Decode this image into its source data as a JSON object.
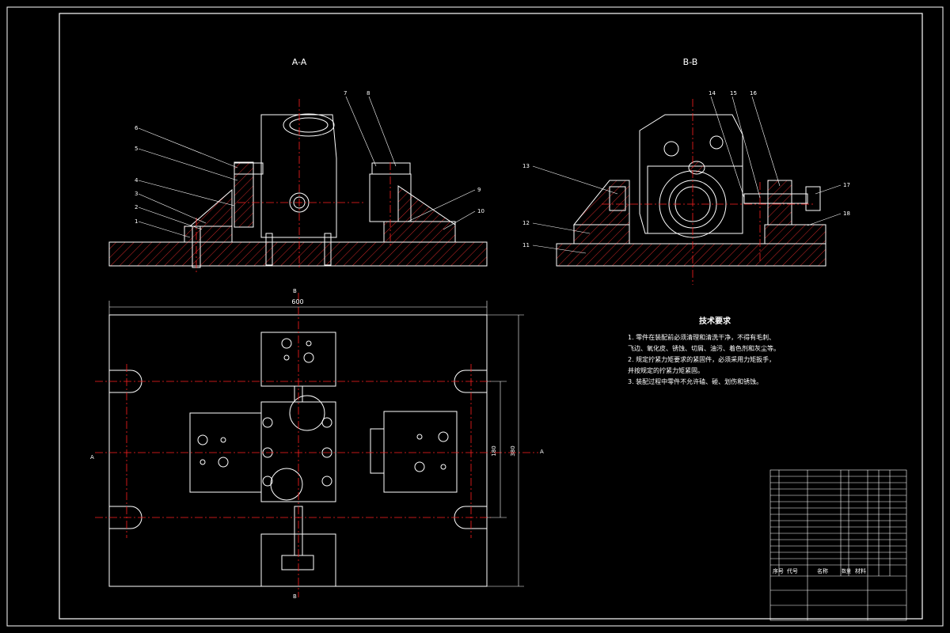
{
  "views": {
    "section_a": "A-A",
    "section_b": "B-B",
    "plan_marker_top": "B",
    "plan_marker_bottom": "B",
    "plan_marker_left": "A",
    "plan_marker_right": "A"
  },
  "dimensions": {
    "overall_width": "600",
    "inner_height": "180",
    "outer_height": "380"
  },
  "callouts_a": [
    "1",
    "2",
    "3",
    "4",
    "5",
    "6",
    "7",
    "8",
    "9",
    "10"
  ],
  "callouts_b": [
    "11",
    "12",
    "13",
    "14",
    "15",
    "16",
    "17",
    "18"
  ],
  "tech_requirements": {
    "title": "技术要求",
    "lines": [
      "1. 零件在装配前必须清理和清洗干净，不得有毛刺、",
      "飞边、氧化皮、锈蚀、切屑、油污、着色剂和灰尘等。",
      "2. 规定拧紧力矩要求的紧固件，必须采用力矩扳手，",
      "并按规定的拧紧力矩紧固。",
      "3. 装配过程中零件不允许磕、碰、划伤和锈蚀。"
    ]
  },
  "title_block": {
    "col_seq": "序号",
    "col_code": "代号",
    "col_name": "名称",
    "col_qty": "数量",
    "col_material": "材料"
  },
  "colors": {
    "outline": "#ffffff",
    "centerline": "#ff2020",
    "hatch": "#ff3030",
    "dimension": "#ffffff",
    "background": "#000000"
  }
}
